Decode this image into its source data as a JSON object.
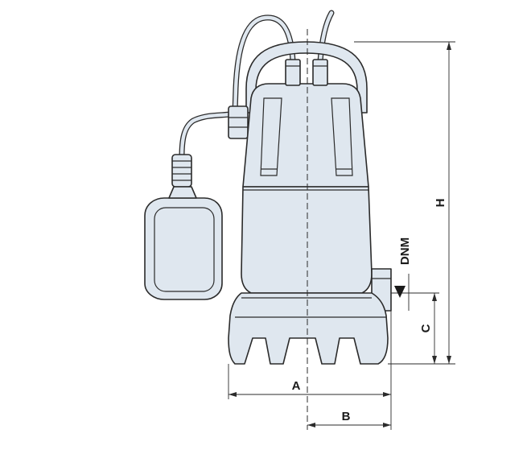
{
  "dimensions": {
    "height_label": "H",
    "outlet_label": "DNM",
    "outlet_height_label": "C",
    "width_label": "A",
    "half_width_label": "B"
  },
  "colors": {
    "body_fill": "#dfe7ef",
    "line": "#2b2b2b",
    "background": "#ffffff"
  }
}
